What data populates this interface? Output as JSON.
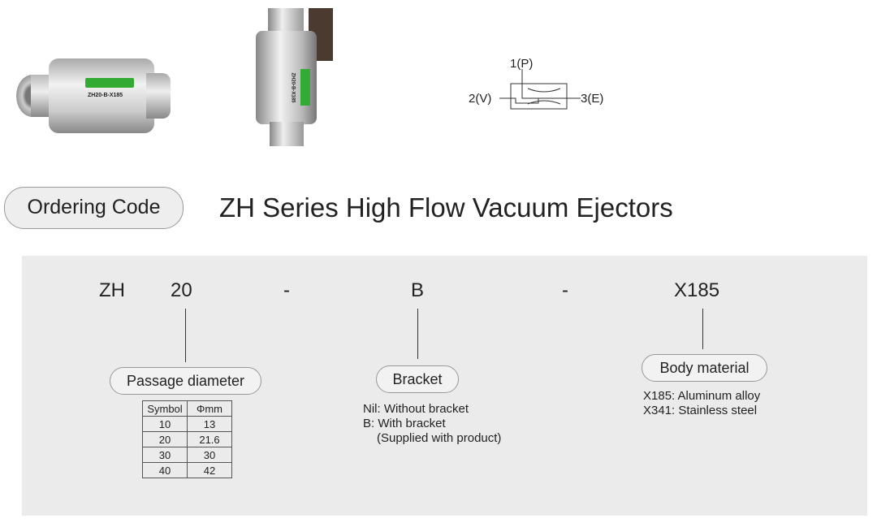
{
  "images": {
    "horizontal_label": "ZH20-B-X185",
    "vertical_label": "ZH20-B-X185"
  },
  "symbol": {
    "port1": "1(P)",
    "port2": "2(V)",
    "port3": "3(E)"
  },
  "ordering_code_label": "Ordering Code",
  "title": "ZH Series High Flow Vacuum Ejectors",
  "code": {
    "series": "ZH",
    "size": "20",
    "dash1": "-",
    "bracket": "B",
    "dash2": "-",
    "material": "X185"
  },
  "passage": {
    "label": "Passage diameter",
    "headers": [
      "Symbol",
      "Φmm"
    ],
    "rows": [
      [
        "10",
        "13"
      ],
      [
        "20",
        "21.6"
      ],
      [
        "30",
        "30"
      ],
      [
        "40",
        "42"
      ]
    ]
  },
  "bracket": {
    "label": "Bracket",
    "options": [
      "Nil: Without bracket",
      "B: With bracket",
      "(Supplied with product)"
    ]
  },
  "body_material": {
    "label": "Body material",
    "options": [
      "X185: Aluminum alloy",
      "X341: Stainless steel"
    ]
  }
}
